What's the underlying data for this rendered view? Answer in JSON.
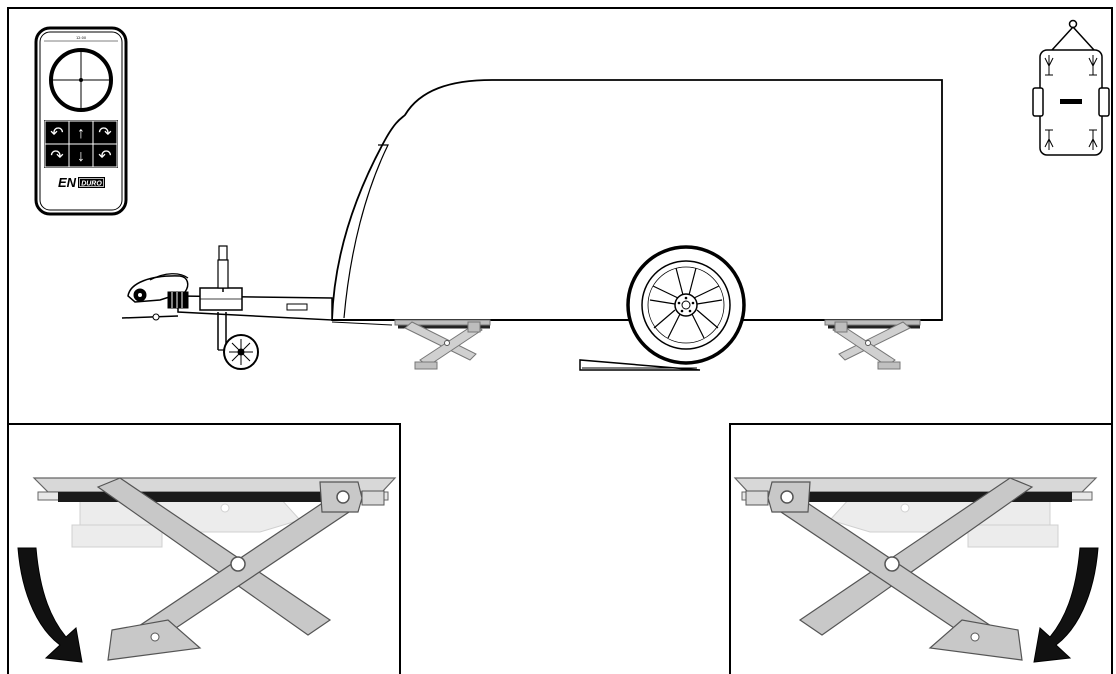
{
  "remote": {
    "brand_prefix": "EN",
    "brand_suffix": "DURO",
    "status_time": "12:00",
    "buttons": [
      {
        "id": "rotate-left-up",
        "glyph": "↶"
      },
      {
        "id": "up",
        "glyph": "↑"
      },
      {
        "id": "rotate-right-up",
        "glyph": "↷"
      },
      {
        "id": "rotate-left-down",
        "glyph": "↷"
      },
      {
        "id": "down",
        "glyph": "↓"
      },
      {
        "id": "rotate-right-down",
        "glyph": "↶"
      }
    ]
  },
  "colors": {
    "line": "#000000",
    "jack_fill": "#c8c8c8",
    "jack_stroke": "#5a5a5a",
    "jack_ghost": "#e6e6e6",
    "screw": "#1a1a1a",
    "arrow": "#111111"
  },
  "icons": [
    "remote-control-icon",
    "caravan-topview-icon",
    "curved-arrow-icon",
    "wheel-icon",
    "jack-icon"
  ]
}
